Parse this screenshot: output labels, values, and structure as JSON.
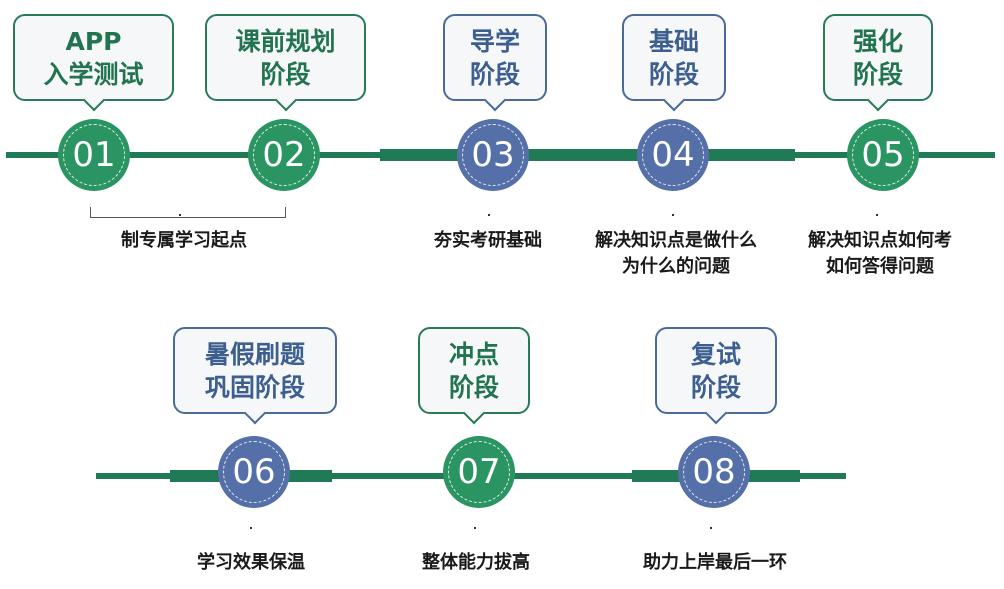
{
  "stages": [
    {
      "num": "01",
      "title": "APP\n入学测试",
      "desc": "",
      "color": "green"
    },
    {
      "num": "02",
      "title": "课前规划\n阶段",
      "desc": "",
      "color": "green"
    },
    {
      "num": "03",
      "title": "导学\n阶段",
      "desc": "夯实考研基础",
      "color": "blue"
    },
    {
      "num": "04",
      "title": "基础\n阶段",
      "desc": "解决知识点是做什么\n为什么的问题",
      "color": "blue"
    },
    {
      "num": "05",
      "title": "强化\n阶段",
      "desc": "解决知识点如何考\n如何答得问题",
      "color": "green"
    },
    {
      "num": "06",
      "title": "暑假刷题\n巩固阶段",
      "desc": "学习效果保温",
      "color": "blue"
    },
    {
      "num": "07",
      "title": "冲点\n阶段",
      "desc": "整体能力拔高",
      "color": "green"
    },
    {
      "num": "08",
      "title": "复试\n阶段",
      "desc": "助力上岸最后一环",
      "color": "blue"
    }
  ],
  "group_desc": "制专属学习起点"
}
